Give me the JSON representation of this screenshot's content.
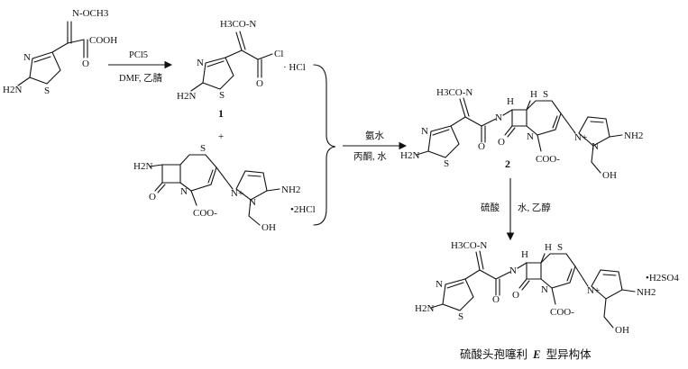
{
  "reagents": {
    "step1_top": "PCl5",
    "step1_bottom": "DMF, 乙腈",
    "step2_top": "氨水",
    "step2_bottom": "丙酮, 水",
    "step3_left": "硫酸",
    "step3_right": "水, 乙醇",
    "plus": "+"
  },
  "compounds": {
    "acid": {
      "oxime": "N-OCH3",
      "acid_group": "COOH",
      "amine": "H2N",
      "ring_n": "N",
      "ring_s": "S"
    },
    "c1": {
      "label": "1",
      "oxime": "H3CO-N",
      "acyl_cl": "Cl",
      "salt": "· HCl",
      "amine": "H2N",
      "ring_n": "N",
      "ring_s": "S",
      "carbonyl_o": "O"
    },
    "amine_core": {
      "amino": "H2N",
      "s": "S",
      "n_lactam": "N",
      "o": "O",
      "carboxylate": "COO-",
      "pyrazole_n_plus": "N+",
      "pyrazole_n": "N",
      "nh2": "NH2",
      "oh": "OH",
      "salt": "•2HCl"
    },
    "c2": {
      "label": "2",
      "oxime": "H3CO-N",
      "nh": "N",
      "h": "H",
      "s": "S",
      "n_lactam": "N",
      "o": "O",
      "carboxylate": "COO-",
      "pyrazole_n_plus": "N+",
      "pyrazole_n": "N",
      "nh2": "NH2",
      "oh": "OH",
      "amine": "H2N",
      "ring_n": "N",
      "ring_s": "S"
    },
    "product": {
      "oxime": "H3CO-N",
      "nh": "N",
      "h": "H",
      "s": "S",
      "n_lactam": "N",
      "o": "O",
      "carboxylate": "COO-",
      "pyrazole_n_plus": "N+",
      "nh2": "NH2",
      "oh": "OH",
      "amine": "H2N",
      "ring_n": "N",
      "ring_s": "S",
      "salt": "•H2SO4"
    }
  },
  "caption": {
    "prefix": "硫酸头孢噻利",
    "isomer": "E",
    "suffix": "型异构体"
  }
}
